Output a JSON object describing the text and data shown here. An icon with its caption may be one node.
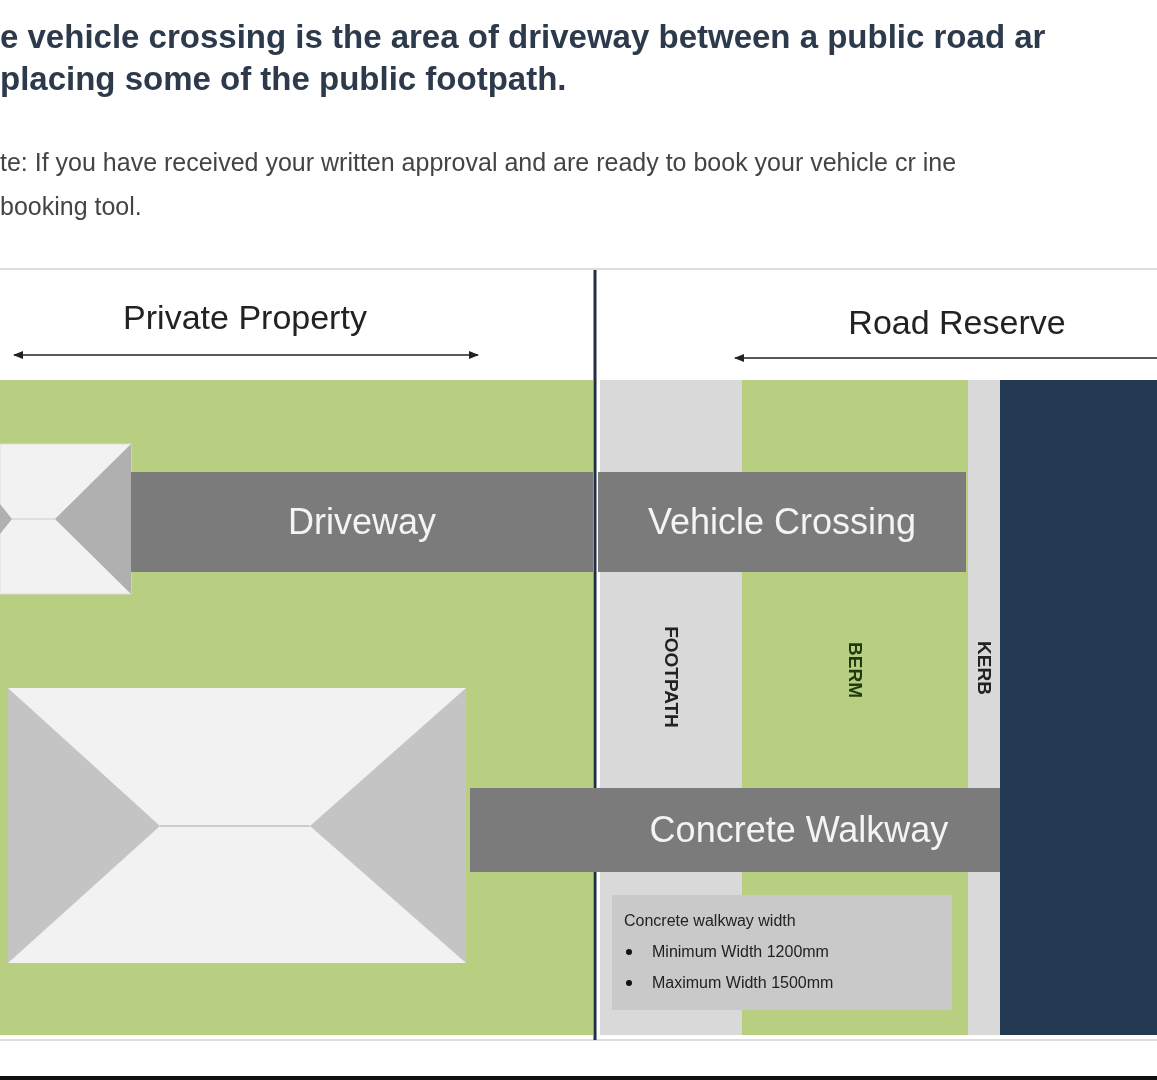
{
  "diagram": {
    "title": "e vehicle crossing is the area of driveway between a public road ar placing some of the public footpath.",
    "nodes": [
      {
        "text": [
          "Driveway"
        ]
      },
      {
        "text": [
          "Vehicle Crossing"
        ]
      },
      {
        "text": [
          "FOOTPATH"
        ]
      },
      {
        "text": [
          "BERM"
        ]
      },
      {
        "text": [
          "KERB"
        ]
      },
      {
        "text": [
          "Concrete Walkway"
        ]
      },
      {
        "text": [
          "Concrete walkway width",
          "Minimum Width 1200mm",
          "Maximum Width 1500mm"
        ]
      }
    ],
    "labels": [
      "te: If you have received your written approval and are ready to book your vehicle cr ine booking tool.",
      "Private Property",
      "Road Reserve"
    ]
  }
}
